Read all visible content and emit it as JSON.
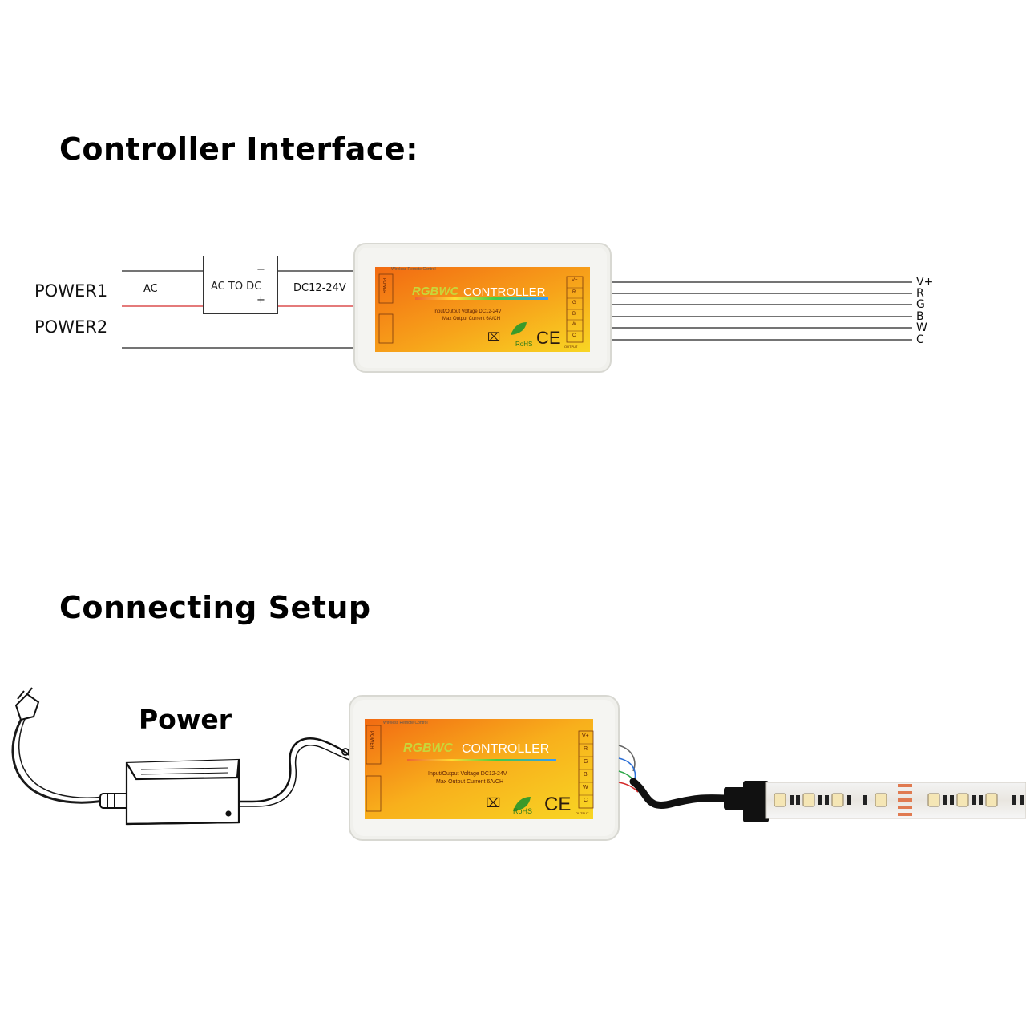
{
  "headings": {
    "interface": "Controller Interface:",
    "setup": "Connecting Setup"
  },
  "wiring": {
    "power1": "POWER1",
    "power2": "POWER2",
    "ac": "AC",
    "converter": "AC  TO  DC",
    "converter_minus": "−",
    "converter_plus": "+",
    "dc_voltage": "DC12-24V"
  },
  "controller": {
    "top_label": "Wireless Remote Control",
    "brand_prefix": "RGBWC",
    "brand_suffix": "CONTROLLER",
    "spec_line1": "Input/Output Voltage DC12-24V",
    "spec_line2": "Max Output Current 6A/CH",
    "rohs": "RoHS",
    "ce": "CE",
    "power_label": "POWER",
    "terminals": [
      "V+",
      "R",
      "G",
      "B",
      "W",
      "C"
    ],
    "output_label": "OUTPUT"
  },
  "outputs": [
    "V+",
    "R",
    "G",
    "B",
    "W",
    "C"
  ],
  "setup": {
    "power_label": "Power"
  },
  "colors": {
    "dc_wire": "#d42a2a",
    "label_orange": "#f27a10",
    "label_yellow": "#f7d21e",
    "case": "#f1f1ee"
  }
}
